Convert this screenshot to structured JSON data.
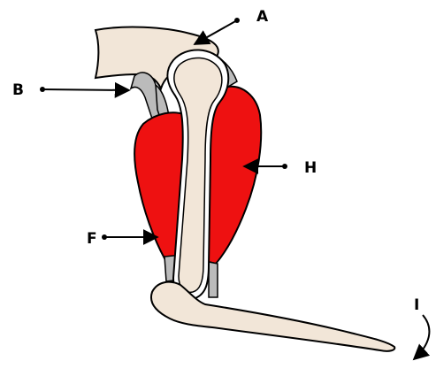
{
  "labels": {
    "a": "A",
    "b": "B",
    "f": "F",
    "h": "H",
    "i": "I"
  },
  "colors": {
    "bone": "#F2E6D8",
    "muscle": "#EE1111",
    "tendon": "#BBBBBB",
    "outline": "#000000",
    "background": "#FFFFFF"
  }
}
